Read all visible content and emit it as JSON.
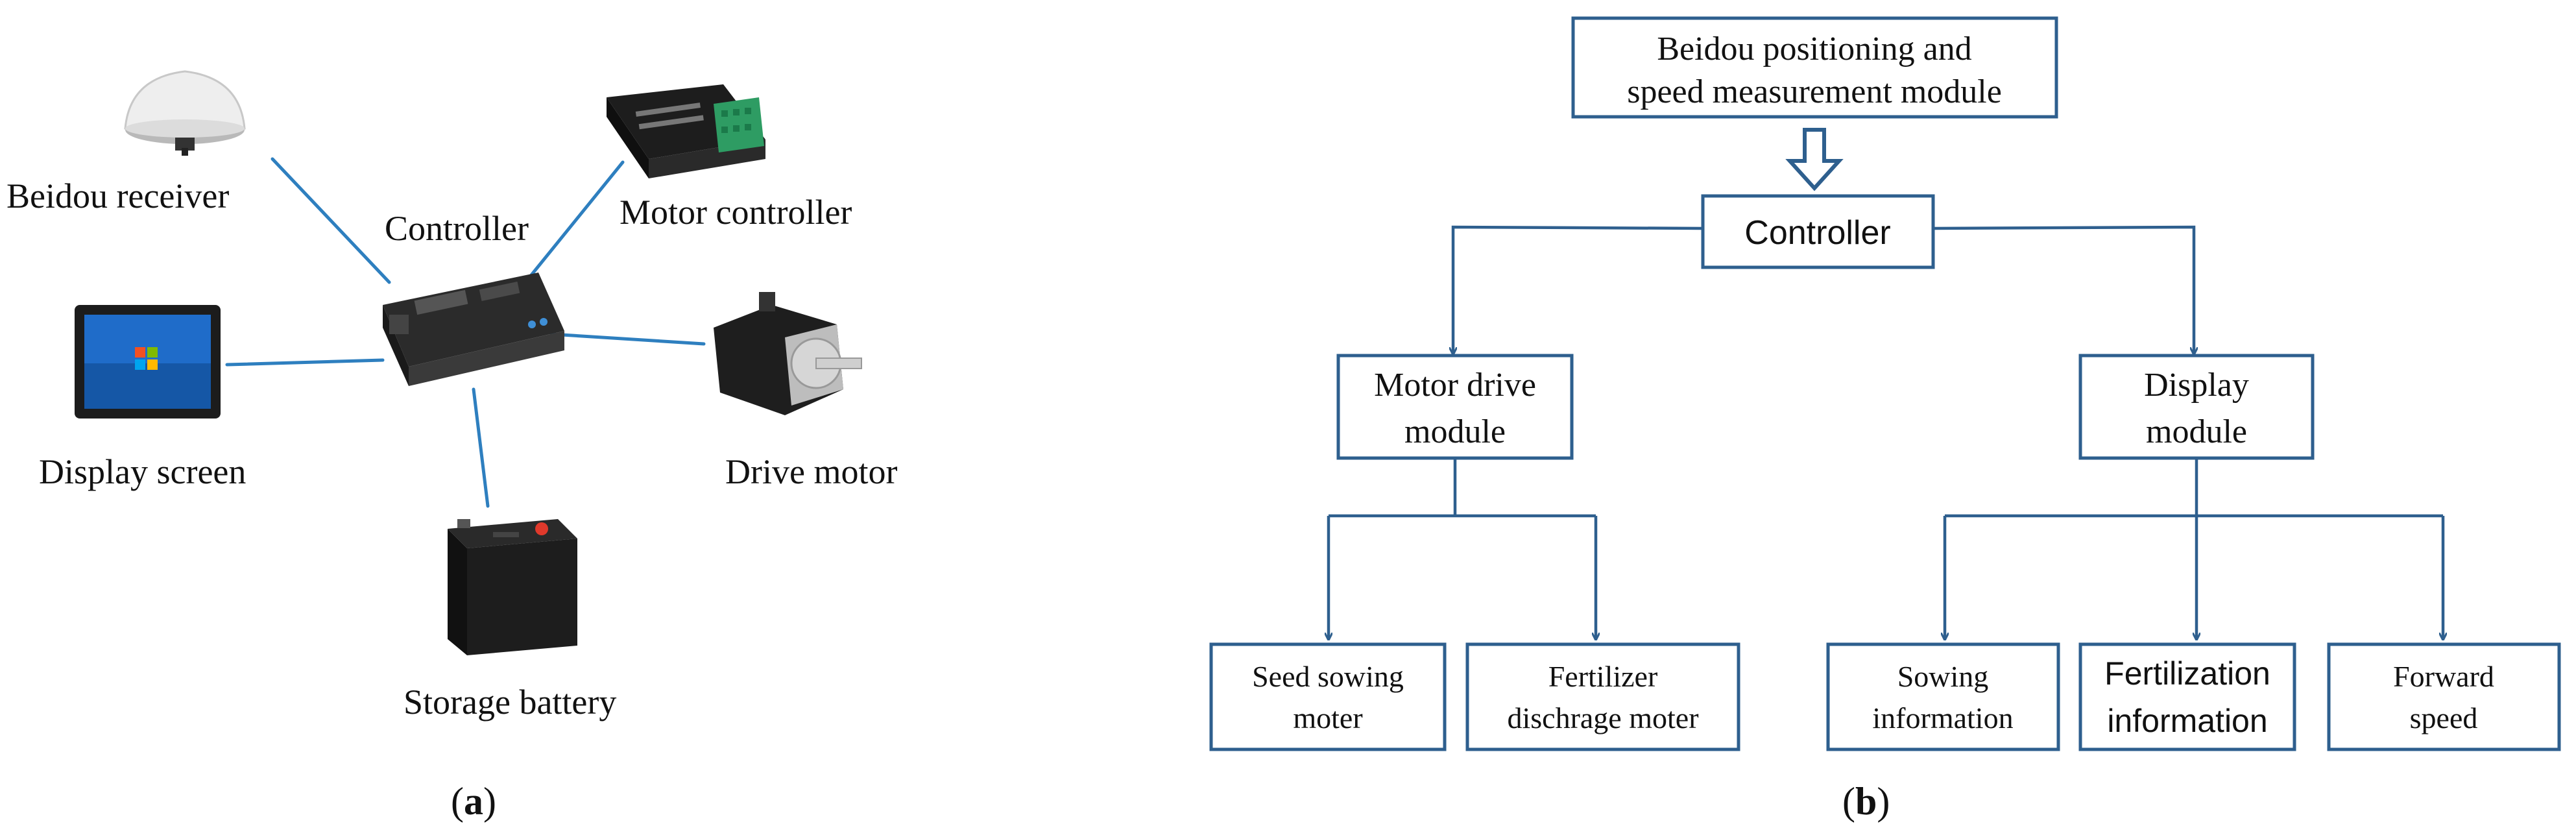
{
  "panel_a": {
    "caption": "a",
    "labels": {
      "beidou_receiver": "Beidou receiver",
      "controller": "Controller",
      "motor_controller": "Motor controller",
      "display_screen": "Display screen",
      "drive_motor": "Drive motor",
      "storage_battery": "Storage battery"
    }
  },
  "panel_b": {
    "caption": "b",
    "top": [
      "Beidou positioning and",
      "speed measurement module"
    ],
    "controller": "Controller",
    "motor_drive": [
      "Motor drive",
      "module"
    ],
    "display": [
      "Display",
      "module"
    ],
    "seed": [
      "Seed sowing",
      "moter"
    ],
    "fertilizer": [
      "Fertilizer",
      "dischrage moter"
    ],
    "sowing_info": [
      "Sowing",
      "information"
    ],
    "fertilization_info": [
      "Fertilization",
      "information"
    ],
    "forward_speed": [
      "Forward",
      "speed"
    ]
  },
  "colors": {
    "accent": "#2e7fbf",
    "box_border": "#2e5f8e",
    "text": "#111111"
  }
}
